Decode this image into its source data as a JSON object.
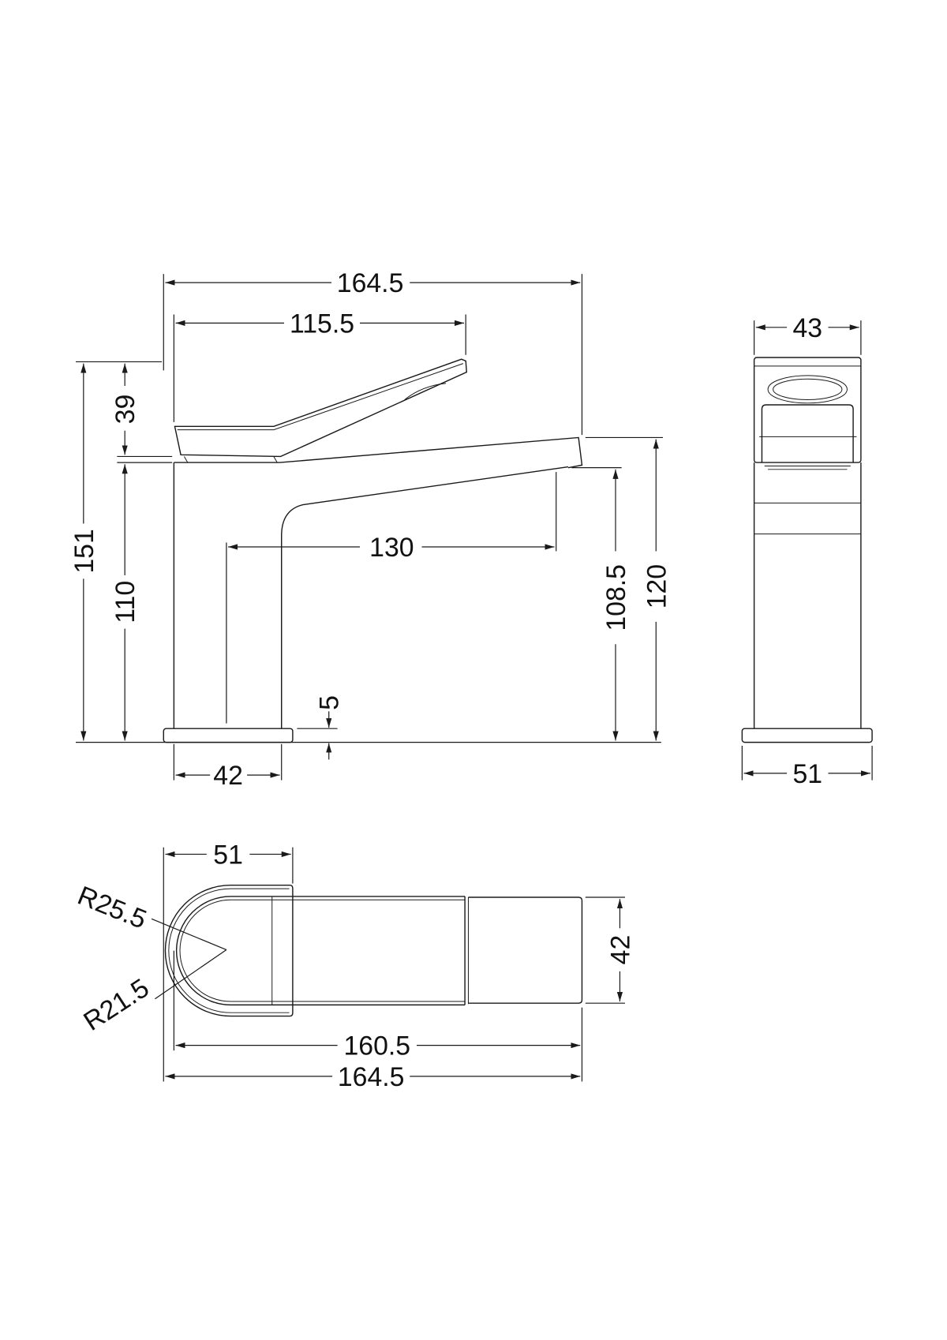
{
  "side_view": {
    "overall_length": "164.5",
    "lever_length": "115.5",
    "lever_height": "39",
    "total_height": "151",
    "body_height": "110",
    "spout_reach": "130",
    "outlet_height": "108.5",
    "spout_height": "120",
    "base_thickness": "5",
    "body_width": "42"
  },
  "front_view": {
    "body_width": "43",
    "base_width": "51"
  },
  "top_view": {
    "head_length": "51",
    "outer_radius": "R25.5",
    "inner_radius": "R21.5",
    "spout_width": "42",
    "spout_length": "160.5",
    "overall_length": "164.5"
  },
  "colors": {
    "line": "#1a1a1a",
    "background": "#ffffff"
  }
}
